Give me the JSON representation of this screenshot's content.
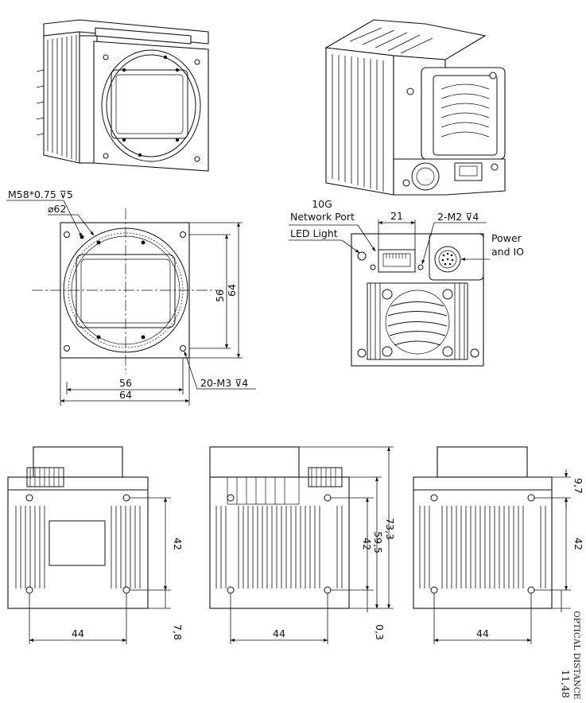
{
  "front_view": {
    "thread_label": "M58*0.75 ⊽5",
    "diameter_label": "⌀62",
    "dim_width_inner": "56",
    "dim_width_outer": "64",
    "dim_height_inner": "56",
    "dim_height_outer": "64",
    "mount_holes_label": "20-M3 ⊽4"
  },
  "rear_view": {
    "network_port_label_line1": "10G",
    "network_port_label_line2": "Network Port",
    "led_label": "LED Light",
    "port_spacing": "21",
    "screw_label": "2-M2 ⊽4",
    "power_label_line1": "Power",
    "power_label_line2": "and IO"
  },
  "bottom_view": {
    "dim_height": "42",
    "dim_width": "44",
    "dim_offset": "7,8"
  },
  "side_view": {
    "dim_height": "42",
    "dim_width": "44",
    "dim_total": "73,3",
    "dim_mid": "59,5",
    "dim_offset": "0,3"
  },
  "top_view": {
    "dim_top": "9,7",
    "dim_height": "42",
    "dim_width": "44",
    "optical_label": "OPTICAL DISTANCE",
    "optical_value": "11,48"
  }
}
